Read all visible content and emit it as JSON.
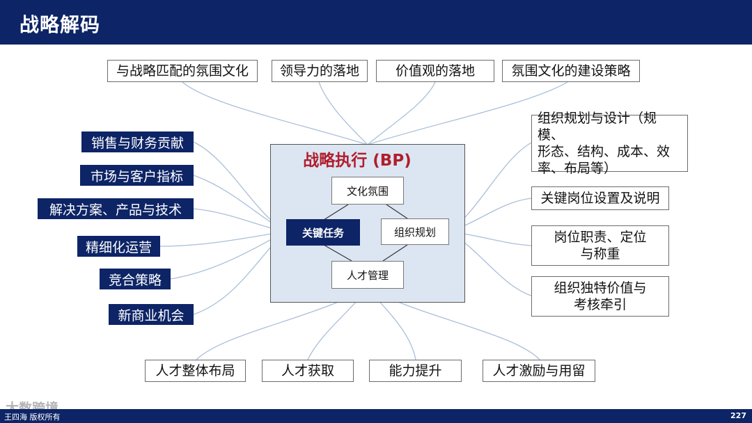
{
  "header": {
    "title": "战略解码"
  },
  "top_items": [
    "与战略匹配的氛围文化",
    "领导力的落地",
    "价值观的落地",
    "氛围文化的建设策略"
  ],
  "left_items": [
    "销售与财务贡献",
    "市场与客户指标",
    "解决方案、产品与技术",
    "精细化运营",
    "竞合策略",
    "新商业机会"
  ],
  "right_items": [
    "组织规划与设计（规模、",
    "形态、结构、成本、效",
    "率、布局等）",
    "关键岗位设置及说明",
    "岗位职责、定位",
    "与称重",
    "组织独特价值与",
    "考核牵引"
  ],
  "bottom_items": [
    "人才整体布局",
    "人才获取",
    "能力提升",
    "人才激励与用留"
  ],
  "center": {
    "title": "战略执行 (BP)",
    "top": "文化氛围",
    "left": "关键任务",
    "right": "组织规划",
    "bottom": "人才管理"
  },
  "footer": {
    "left": "王四海 版权所有",
    "page": "227"
  },
  "watermark": "大数跨境",
  "colors": {
    "navy": "#0d2466",
    "panel": "#dce6f2",
    "title_red": "#b01e2e",
    "line": "#a9bfd8"
  }
}
